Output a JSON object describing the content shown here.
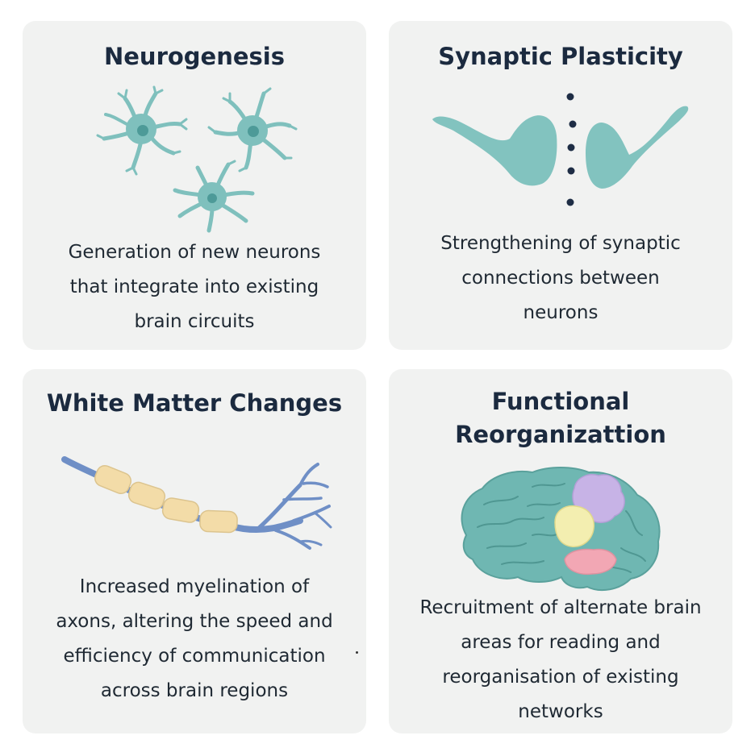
{
  "colors": {
    "card_background": "#f1f2f1",
    "title_text": "#1b2a3f",
    "body_text": "#1f2933",
    "neuron_teal": "#7fc0bd",
    "neuron_nucleus": "#4d9a98",
    "synapse_teal": "#82c3bf",
    "dot_navy": "#1e2d45",
    "axon_blue": "#6f8fc6",
    "myelin_cream": "#f3dca8",
    "brain_teal": "#6fb7b2",
    "region_purple": "#c7b3e6",
    "region_yellow": "#f3eeb0",
    "region_pink": "#f2a7b4"
  },
  "cards": [
    {
      "title": "Neurogenesis",
      "description": "Generation of new neurons\nthat integrate into existing\nbrain circuits",
      "icon": "neurons-icon"
    },
    {
      "title": "Synaptic Plasticity",
      "description": "Strengthening of synaptic\nconnections between\nneurons",
      "icon": "synapse-icon"
    },
    {
      "title": "White Matter Changes",
      "description": "Increased myelination of\naxons, altering the speed and\nefficiency of communication\nacross brain regions",
      "icon": "myelinated-axon-icon"
    },
    {
      "title": "Functional\nReorganizattion",
      "description": "Recruitment of alternate brain\nareas for reading and\nreorganisation of existing\nnetworks",
      "icon": "brain-regions-icon"
    }
  ]
}
